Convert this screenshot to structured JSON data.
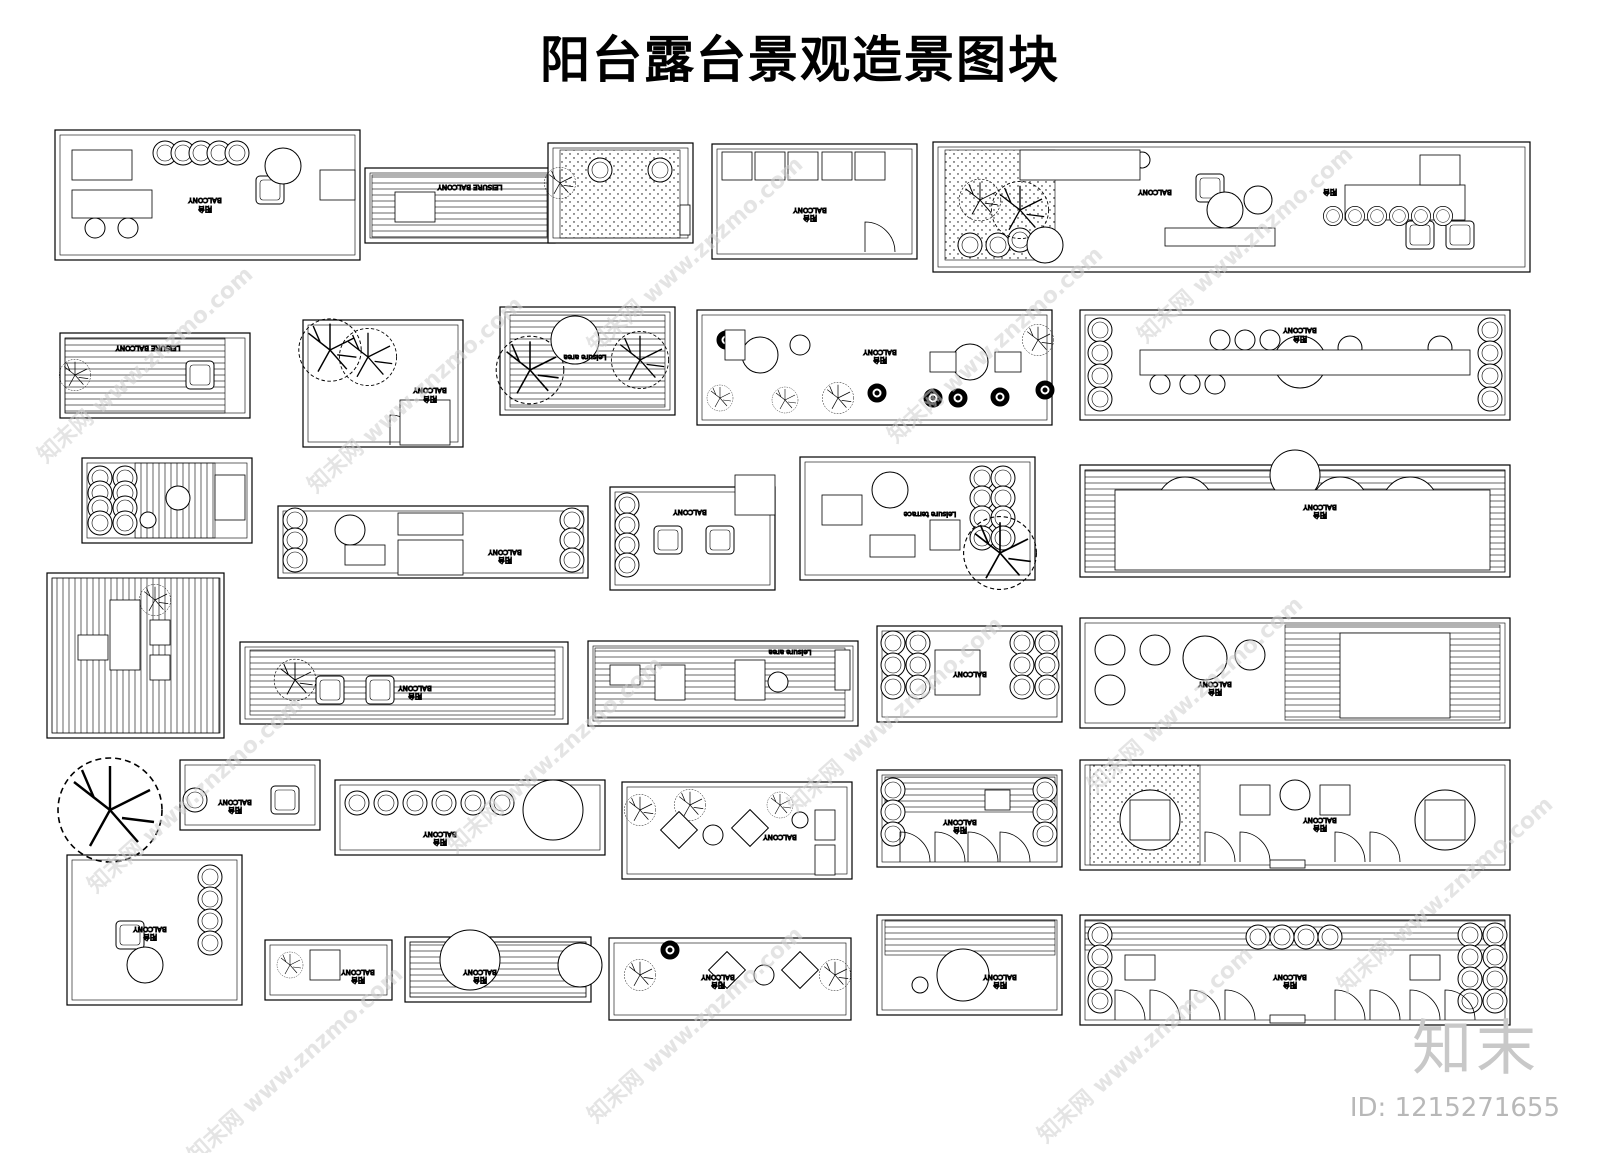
{
  "title": "阳台露台景观造景图块",
  "labels": {
    "balcony": "BALCONY",
    "balcony_cn": "阳台",
    "leisure_balcony": "LEISURE BALCONY",
    "leisure_terrace": "Leisure terrace",
    "leisure_area": "Leisure area"
  },
  "watermark": {
    "url": "www.znzmo.com",
    "cn": "知末网",
    "brand": "知末",
    "id": "ID: 1215271655"
  },
  "colors": {
    "line": "#000000",
    "watermark": "#cfcfcf",
    "paper": "#ffffff"
  }
}
